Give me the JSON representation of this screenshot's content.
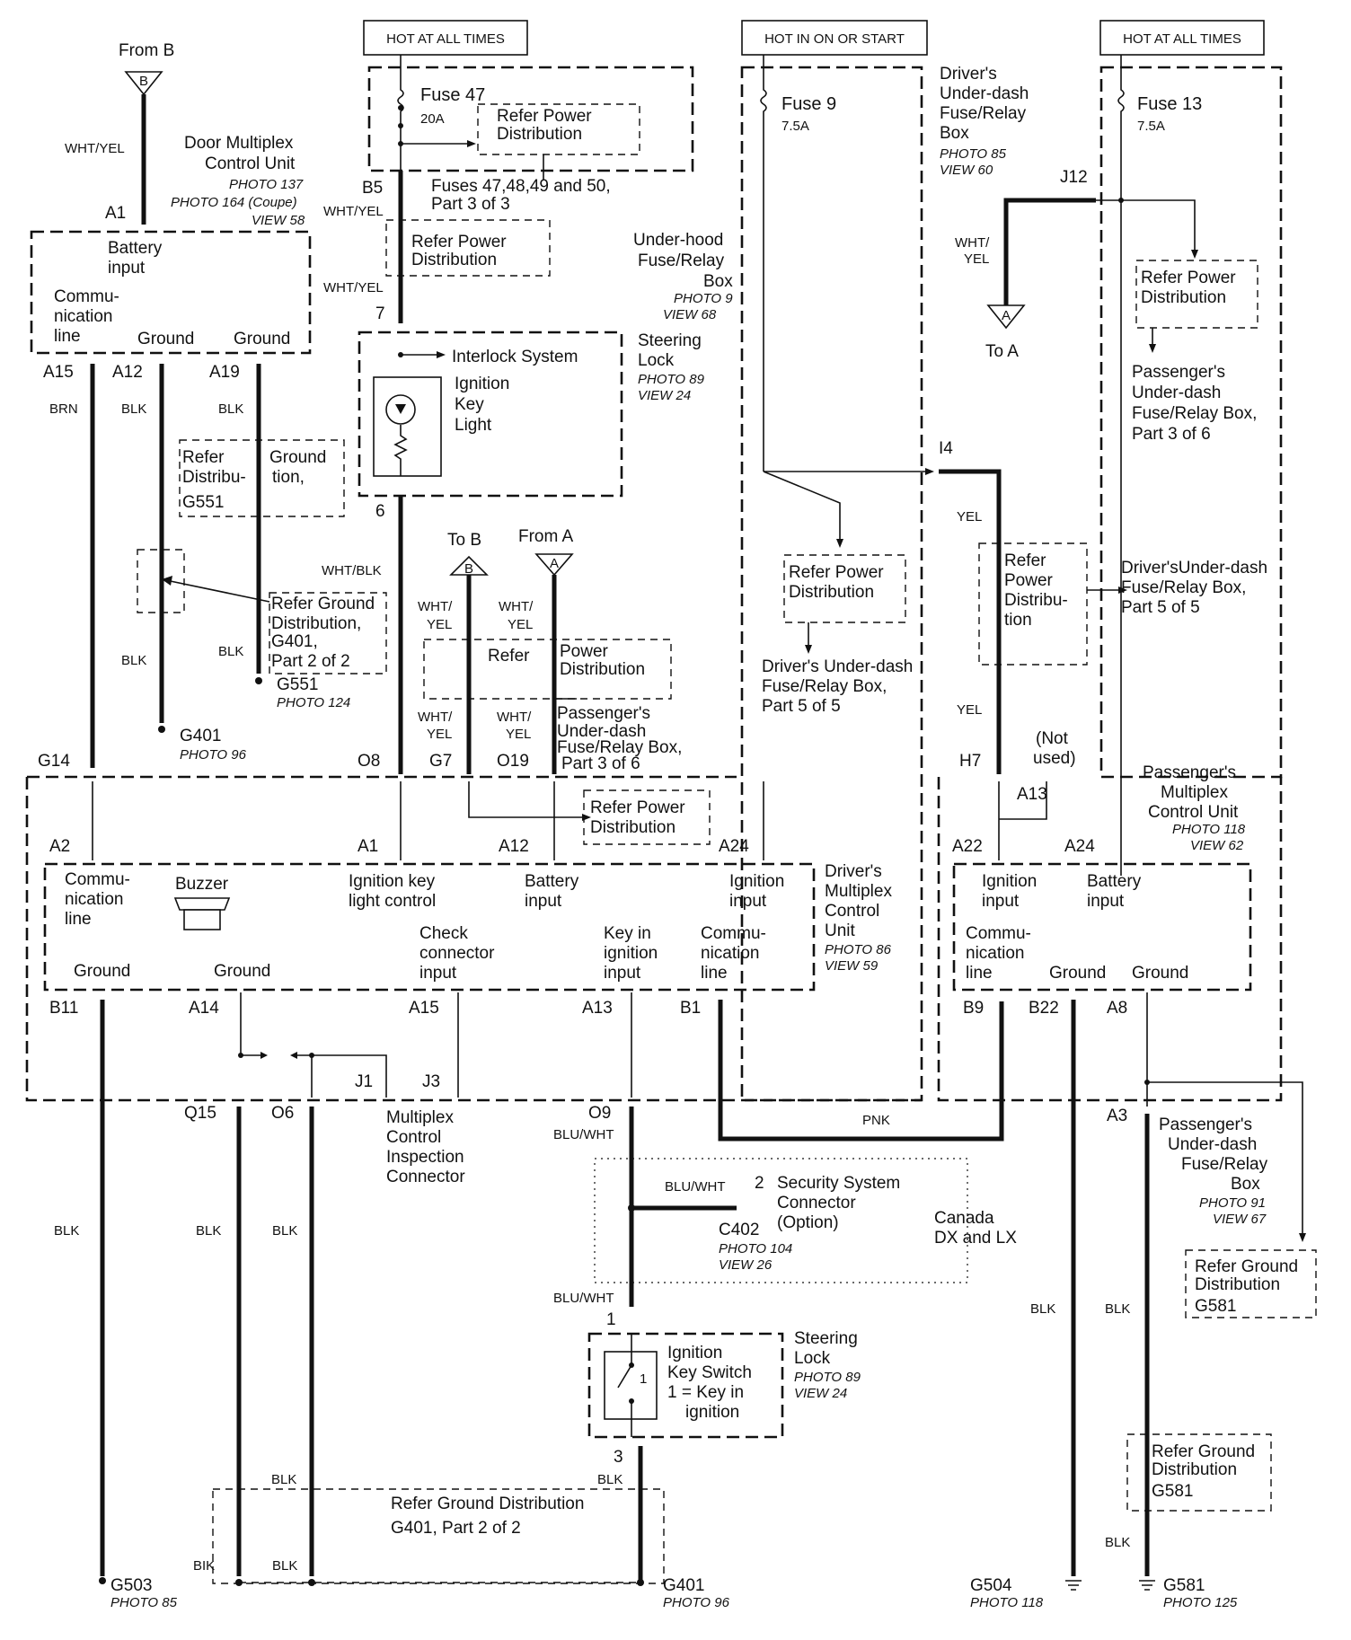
{
  "header_boxes": {
    "hot_at_all_times_1": "HOT AT ALL TIMES",
    "hot_in_on_or_start": "HOT IN ON OR START",
    "hot_at_all_times_2": "HOT AT ALL TIMES"
  },
  "fuses": {
    "f47_name": "Fuse 47",
    "f47_rating": "20A",
    "f9_name": "Fuse 9",
    "f9_rating": "7.5A",
    "f13_name": "Fuse 13",
    "f13_rating": "7.5A"
  },
  "fuse_notes": {
    "fuses_47_50_l1": "Fuses 47,48,49 and 50,",
    "fuses_47_50_l2": "Part 3 of 3"
  },
  "refs": {
    "refer_power_l1": "Refer Power",
    "distribution": "Distribution",
    "refer": "Refer",
    "power_distribution_l1": "Power",
    "refer_ground_l1": "Refer Ground",
    "refer_ground_split_a": "Refer",
    "refer_ground_split_b": "Ground",
    "distribu": "Distribu-",
    "tion": "tion,",
    "tion_plain": "tion",
    "power": "Power",
    "refer_ground_distribution_full": "Refer Ground Distribution",
    "g401_part2": "G401, Part 2 of 2",
    "distribution_comma": "Distribution,",
    "g401_comma": "G401,",
    "part2of2": "Part 2 of 2",
    "g551": "G551",
    "g581": "G581"
  },
  "components": {
    "door_mux_l1": "Door Multiplex",
    "door_mux_l2": "Control Unit",
    "door_mux_photo1": "PHOTO 137",
    "door_mux_photo2": "PHOTO 164 (Coupe)",
    "door_mux_view": "VIEW 58",
    "battery": "Battery",
    "input": "input",
    "commu": "Commu-",
    "nication": "nication",
    "line": "line",
    "ground": "Ground",
    "interlock": "Interlock System",
    "ignition": "Ignition",
    "key": "Key",
    "light": "Light",
    "steering": "Steering",
    "lock": "Lock",
    "steering_photo": "PHOTO 89",
    "steering_view": "VIEW 24",
    "underhood_l1": "Under-hood",
    "underhood_l2": "Fuse/Relay",
    "underhood_l3": "Box",
    "underhood_photo": "PHOTO 9",
    "underhood_view": "VIEW 68",
    "drv_udash_l1": "Driver's",
    "drv_udash_l2": "Under-dash",
    "drv_udash_l3": "Fuse/Relay",
    "drv_udash_l4": "Box",
    "drv_udash_photo": "PHOTO 85",
    "drv_udash_view": "VIEW 60",
    "pass_udash_l1": "Passenger's",
    "pass_udash_l2": "Under-dash",
    "pass_udash_l3": "Fuse/Relay Box,",
    "pass_udash_l4": "Part 3 of 6",
    "drv_udash_part5_l1": "Driver's Under-dash",
    "drv_udash_part5_l2": "Fuse/Relay Box,",
    "drv_udash_part5_l3": "Part 5 of 5",
    "drv_udash_part5b_l1": "Driver'sUnder-dash",
    "drv_udash_part5b_l2": "Fuse/Relay Box,",
    "drv_udash_part5b_l3": "Part 5 of 5",
    "pass_udash_part3_l1": "Passenger's",
    "pass_udash_part3_l2": "Under-dash",
    "pass_udash_part3_l3": "Fuse/Relay Box,",
    "pass_udash_part3_l4": "Part 3 of 6",
    "buzzer": "Buzzer",
    "ign_key_light_ctrl_l1": "Ignition key",
    "ign_key_light_ctrl_l2": "light control",
    "ign_input_l1": "Ignition",
    "ign_input_l2": "input",
    "check_l1": "Check",
    "check_l2": "connector",
    "check_l3": "input",
    "keyin_l1": "Key in",
    "keyin_l2": "ignition",
    "keyin_l3": "input",
    "drv_mux_l1": "Driver's",
    "drv_mux_l2": "Multiplex",
    "drv_mux_l3": "Control",
    "drv_mux_l4": "Unit",
    "drv_mux_photo": "PHOTO 86",
    "drv_mux_view": "VIEW 59",
    "pass_mux_l1": "Passenger's",
    "pass_mux_l2": "Multiplex",
    "pass_mux_l3": "Control Unit",
    "pass_mux_photo": "PHOTO 118",
    "pass_mux_view": "VIEW 62",
    "not_used_l1": "(Not",
    "not_used_l2": "used)",
    "mux_insp_l1": "Multiplex",
    "mux_insp_l2": "Control",
    "mux_insp_l3": "Inspection",
    "mux_insp_l4": "Connector",
    "security_l1": "Security System",
    "security_l2": "Connector",
    "security_l3": "(Option)",
    "c402": "C402",
    "c402_photo": "PHOTO 104",
    "c402_view": "VIEW 26",
    "canada_l1": "Canada",
    "canada_l2": "DX and LX",
    "ign_switch_l1": "Ignition",
    "ign_switch_l2": "Key Switch",
    "ign_switch_l3": "1 = Key in",
    "ign_switch_l4": "ignition",
    "pass_udash_a3_l1": "Passenger's",
    "pass_udash_a3_l2": "Under-dash",
    "pass_udash_a3_l3": "Fuse/Relay",
    "pass_udash_a3_l4": "Box",
    "pass_udash_a3_photo": "PHOTO 91",
    "pass_udash_a3_view": "VIEW 67"
  },
  "connectors": {
    "from_b": "From B",
    "from_a": "From A",
    "to_b": "To B",
    "to_a": "To  A",
    "tri_b": "B",
    "tri_a": "A",
    "A1": "A1",
    "A15": "A15",
    "A12": "A12",
    "A19": "A19",
    "B5": "B5",
    "pin7": "7",
    "pin6": "6",
    "pin1": "1",
    "pin2": "2",
    "pin3": "3",
    "pin1_small": "1",
    "J12": "J12",
    "I4": "I4",
    "G14": "G14",
    "O8": "O8",
    "G7": "G7",
    "O19": "O19",
    "H7": "H7",
    "A13": "A13",
    "A2": "A2",
    "A24": "A24",
    "A22": "A22",
    "B11": "B11",
    "A14": "A14",
    "B1": "B1",
    "B9": "B9",
    "B22": "B22",
    "A8": "A8",
    "Q15": "Q15",
    "O6": "O6",
    "J1": "J1",
    "J3": "J3",
    "O9": "O9",
    "A3": "A3"
  },
  "wires": {
    "wht_yel": "WHT/YEL",
    "wht_slash": "WHT/",
    "yel": "YEL",
    "wht_blk": "WHT/BLK",
    "brn": "BRN",
    "blk": "BLK",
    "blk_typo": "BIK",
    "pnk": "PNK",
    "blu_wht": "BLU/WHT"
  },
  "grounds": {
    "g401": "G401",
    "g401_photo": "PHOTO 96",
    "g551": "G551",
    "g551_photo": "PHOTO 124",
    "g503": "G503",
    "g503_photo": "PHOTO 85",
    "g504": "G504",
    "g504_photo": "PHOTO 118",
    "g581": "G581",
    "g581_photo": "PHOTO 125"
  }
}
